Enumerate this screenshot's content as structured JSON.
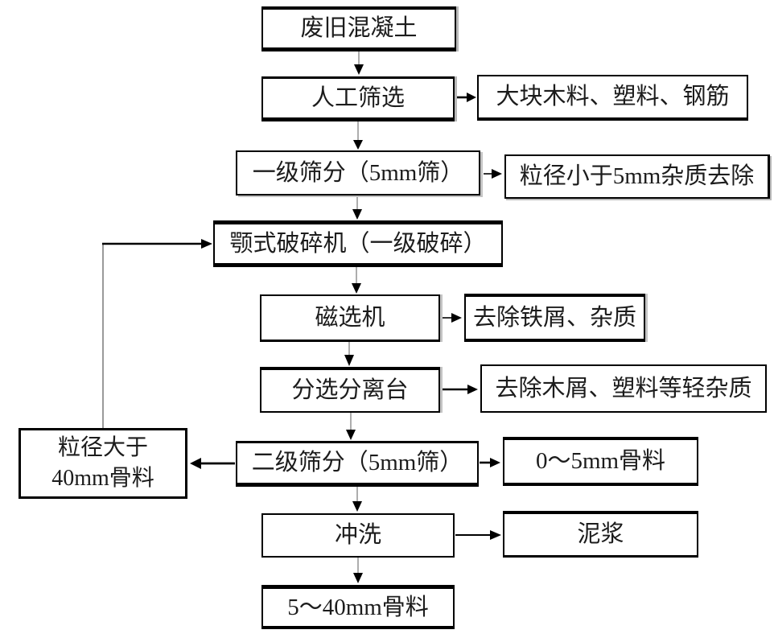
{
  "diagram": {
    "nodes": {
      "waste": {
        "label": "废旧混凝土"
      },
      "manual": {
        "label": "人工筛选"
      },
      "bigwood": {
        "label": "大块木料、塑料、钢筋"
      },
      "screen1": {
        "label": "一级筛分（5mm筛）"
      },
      "small5": {
        "label": "粒径小于5mm杂质去除"
      },
      "crusher": {
        "label": "颚式破碎机（一级破碎）"
      },
      "magnetic": {
        "label": "磁选机"
      },
      "iron": {
        "label": "去除铁屑、杂质"
      },
      "sorting": {
        "label": "分选分离台"
      },
      "light": {
        "label": "去除木屑、塑料等轻杂质"
      },
      "screen2": {
        "label": "二级筛分（5mm筛）"
      },
      "agg05": {
        "label": "0～5mm骨料"
      },
      "agg40": {
        "line1": "粒径大于",
        "line2": "40mm骨料"
      },
      "wash": {
        "label": "冲洗"
      },
      "slurry": {
        "label": "泥浆"
      },
      "final": {
        "label": "5～40mm骨料"
      }
    },
    "edges": [
      {
        "from": "waste",
        "to": "manual"
      },
      {
        "from": "manual",
        "to": "bigwood"
      },
      {
        "from": "manual",
        "to": "screen1"
      },
      {
        "from": "screen1",
        "to": "small5"
      },
      {
        "from": "screen1",
        "to": "crusher"
      },
      {
        "from": "crusher",
        "to": "magnetic"
      },
      {
        "from": "magnetic",
        "to": "iron"
      },
      {
        "from": "magnetic",
        "to": "sorting"
      },
      {
        "from": "sorting",
        "to": "light"
      },
      {
        "from": "sorting",
        "to": "screen2"
      },
      {
        "from": "screen2",
        "to": "agg05"
      },
      {
        "from": "screen2",
        "to": "agg40"
      },
      {
        "from": "agg40",
        "to": "crusher"
      },
      {
        "from": "screen2",
        "to": "wash"
      },
      {
        "from": "wash",
        "to": "slurry"
      },
      {
        "from": "wash",
        "to": "final"
      }
    ],
    "colors": {
      "background": "#ffffff",
      "box_border": "#000000",
      "text": "#1c1c1c",
      "arrow_head": "#000000",
      "stem_gray": "#8a8a8a",
      "shadow": "#b8b8b8"
    }
  }
}
